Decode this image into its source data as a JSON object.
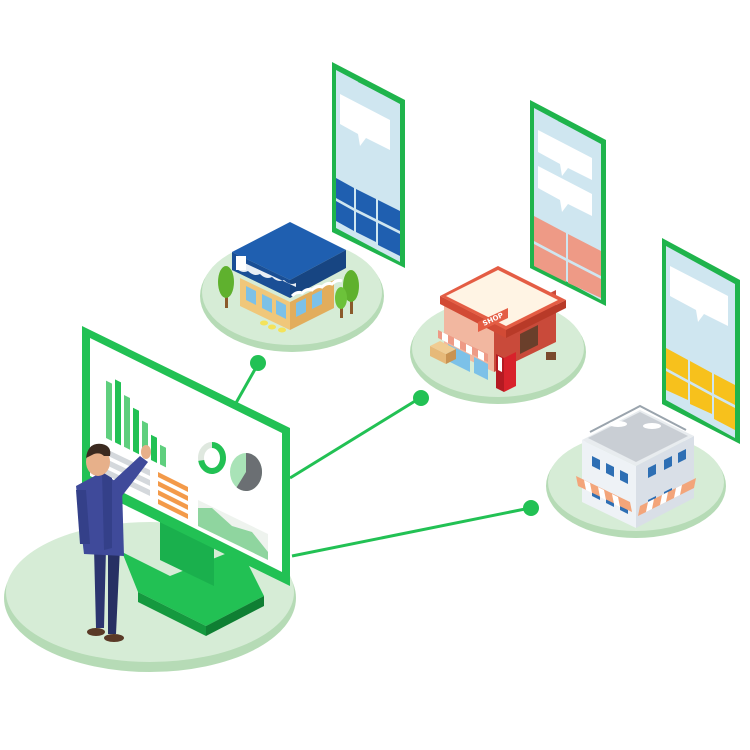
{
  "colors": {
    "green": "#22c154",
    "green_dark": "#12a343",
    "platform": "#cfe8cf",
    "platform_edge": "#b6dbb6",
    "screen_sky": "#cfe6f0",
    "blue_tiles": "#1f5fb0",
    "salmon_tiles": "#ee9a86",
    "yellow_tiles": "#f7c11c"
  },
  "illustration": {
    "analyst": {
      "icon": "businessman-icon"
    },
    "dashboard": {
      "icon": "analytics-monitor-icon",
      "bar_values": [
        0.82,
        0.9,
        0.74,
        0.62,
        0.5,
        0.36,
        0.28
      ],
      "donut_share": 0.72,
      "pie_share": 0.6
    },
    "stores": [
      {
        "key": "store-1",
        "icon": "restaurant-awning-icon",
        "tile_color": "#1f5fb0",
        "bubbles": 1
      },
      {
        "key": "store-2",
        "icon": "shop-storefront-icon",
        "sign_text": "SHOP",
        "tile_color": "#ee9a86",
        "bubbles": 2
      },
      {
        "key": "store-3",
        "icon": "cafe-building-icon",
        "tile_color": "#f7c11c",
        "bubbles": 1
      }
    ]
  }
}
